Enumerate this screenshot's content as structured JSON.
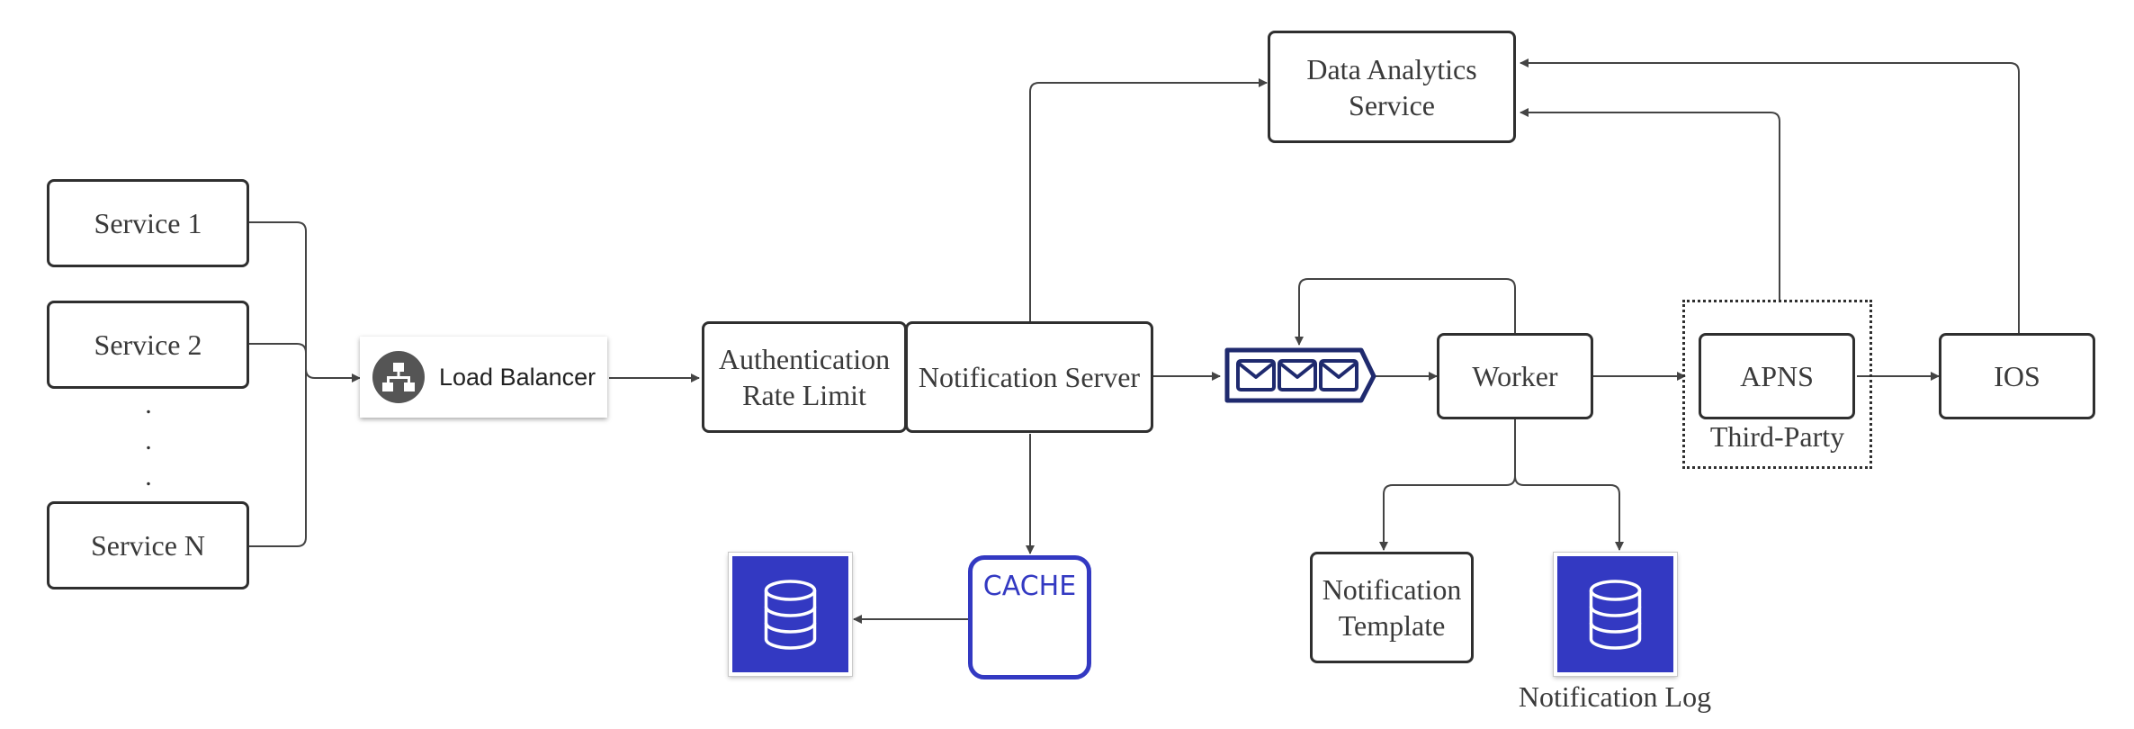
{
  "services": [
    {
      "label": "Service 1"
    },
    {
      "label": "Service 2"
    },
    {
      "label": "Service N"
    }
  ],
  "service_ellipsis": ".\n.\n.",
  "load_balancer": {
    "label": "Load Balancer",
    "icon": "sitemap-icon"
  },
  "auth": {
    "label": "Authentication\nRate Limit"
  },
  "notification_server": {
    "label": "Notification Server"
  },
  "data_analytics": {
    "label": "Data Analytics\nService"
  },
  "message_queue": {
    "icon": "envelope-queue-icon"
  },
  "worker": {
    "label": "Worker"
  },
  "apns": {
    "label": "APNS"
  },
  "third_party": {
    "label": "Third-Party"
  },
  "ios": {
    "label": "IOS"
  },
  "cache": {
    "label": "CACHE"
  },
  "notification_template": {
    "label": "Notification\nTemplate"
  },
  "notification_log": {
    "label": "Notification Log"
  },
  "colors": {
    "accent": "#3339c2",
    "queue": "#1f2a6e",
    "stroke": "#2f2f2f"
  }
}
